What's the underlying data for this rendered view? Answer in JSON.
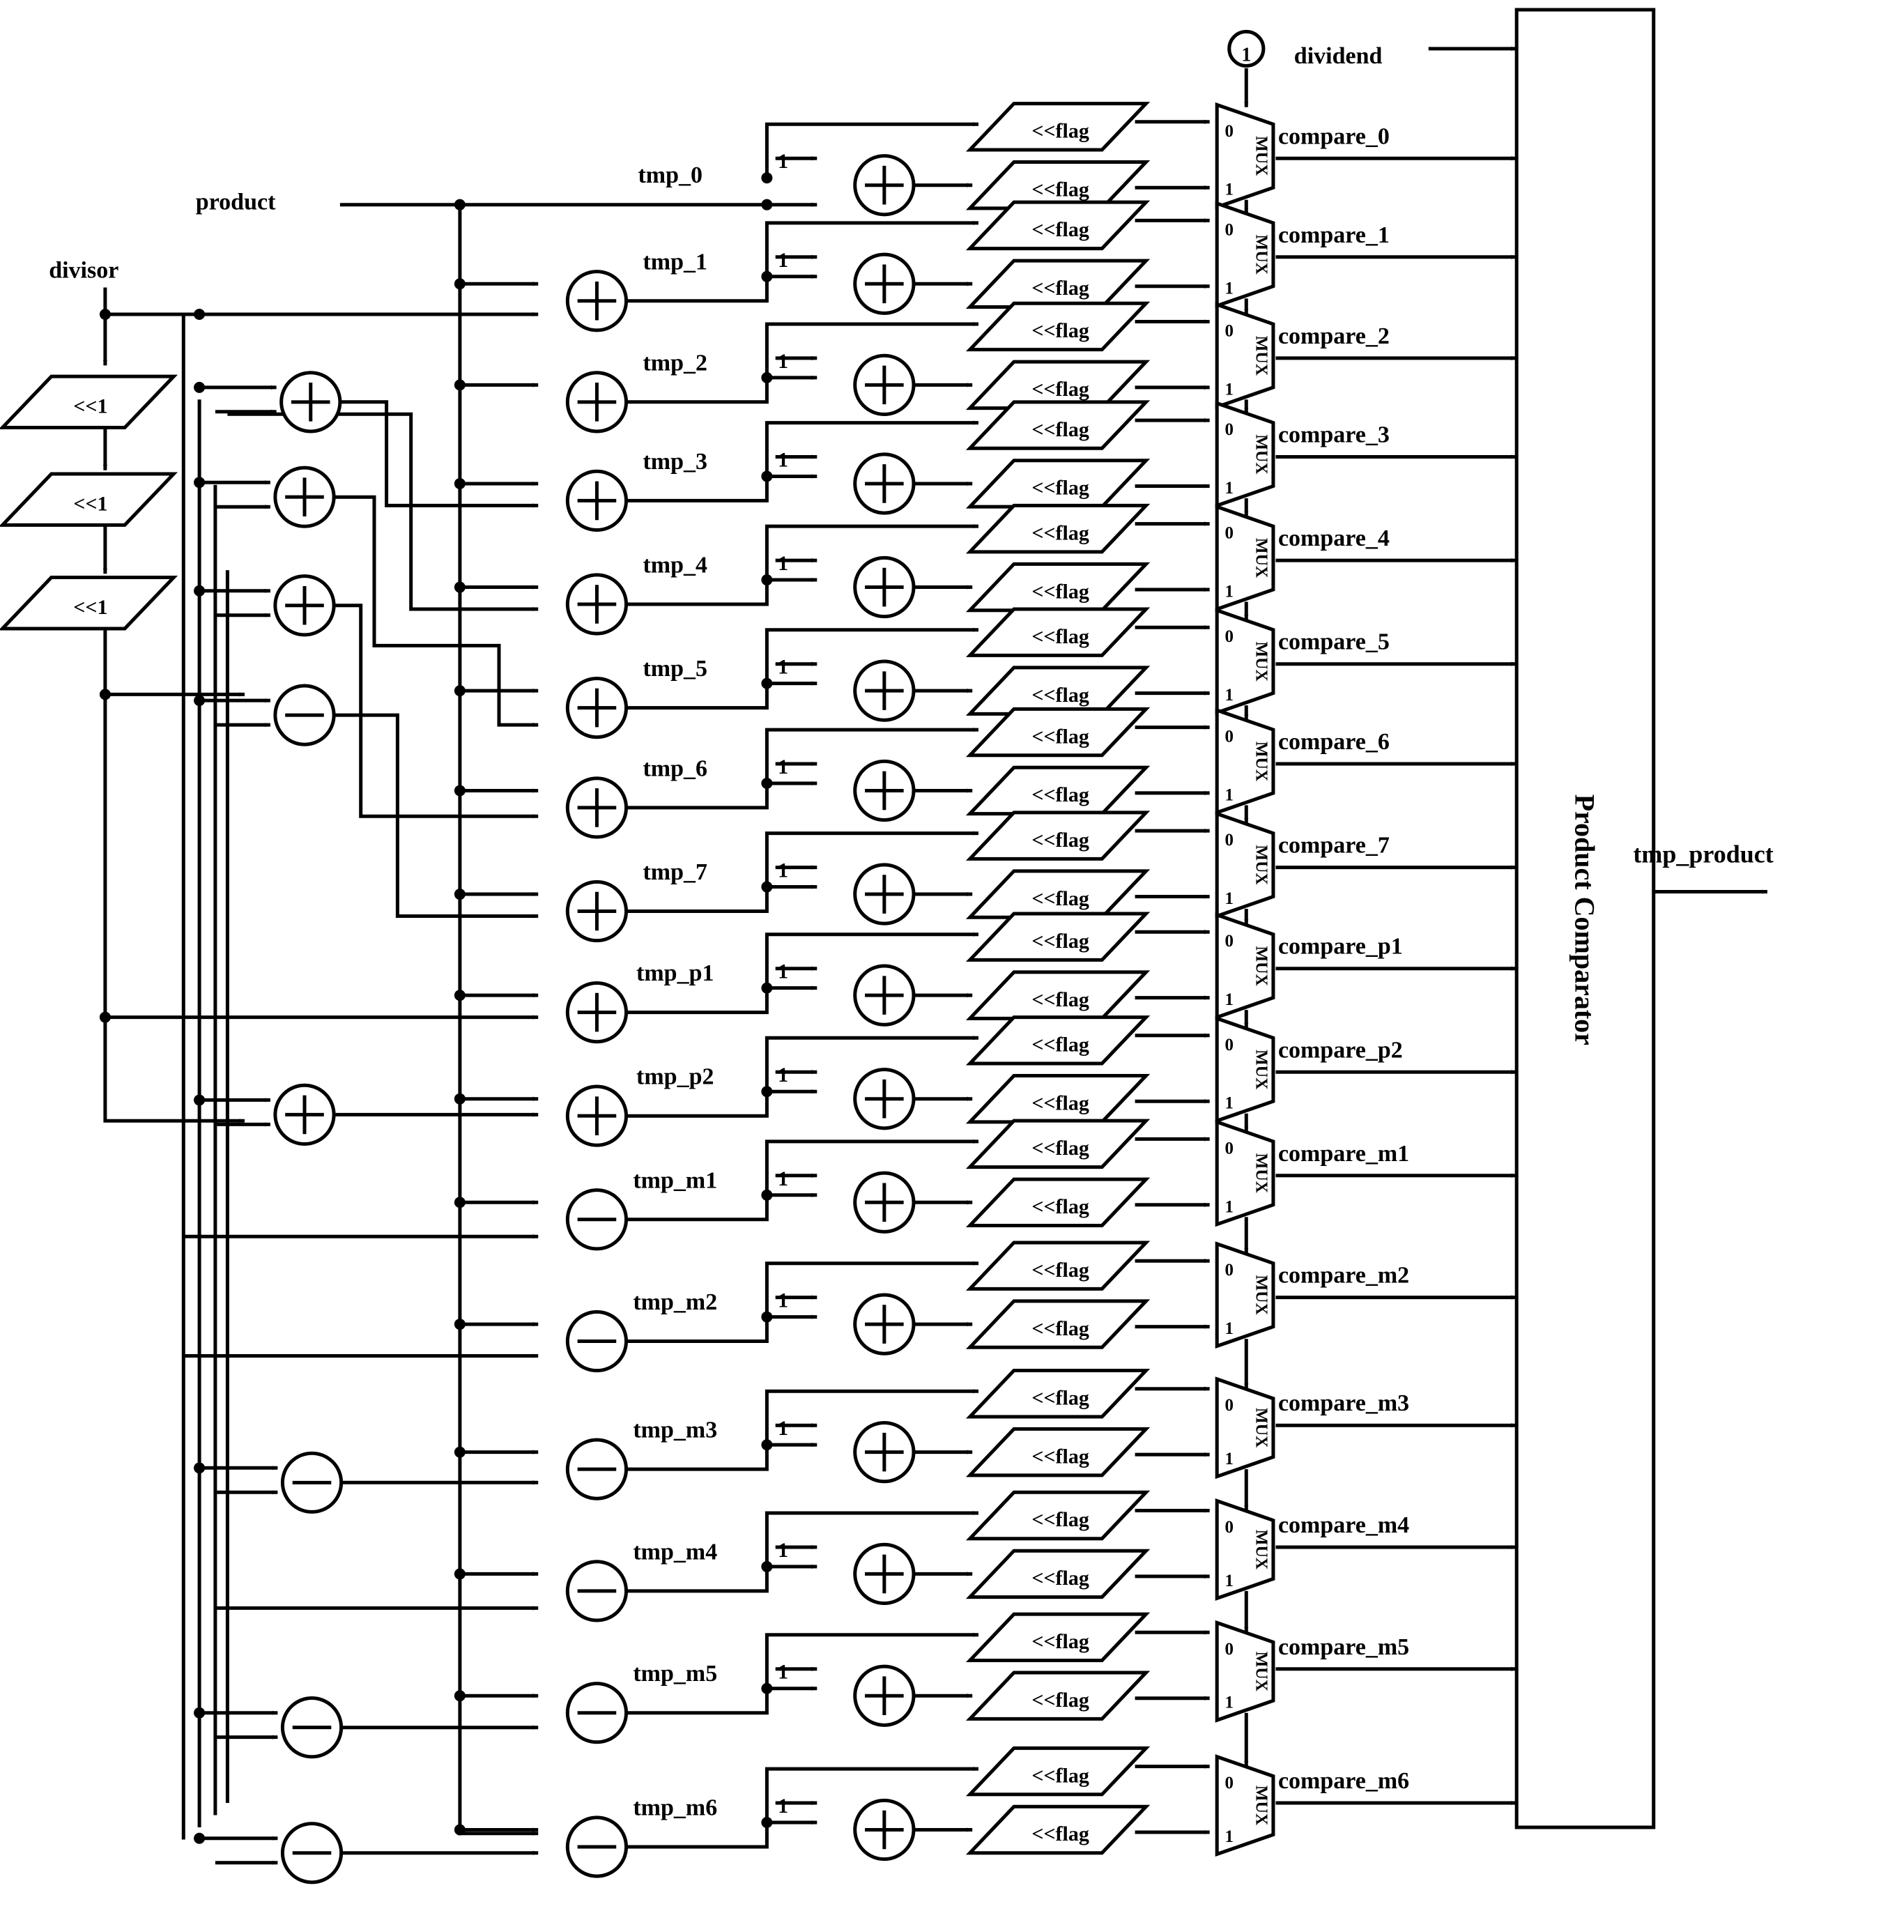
{
  "inputs": {
    "product": "product",
    "divisor": "divisor",
    "dividend": "dividend",
    "select_marker": "1"
  },
  "shift_blocks": [
    "<<1",
    "<<1",
    "<<1"
  ],
  "flag_label": "<<flag",
  "mux": {
    "label": "MUX",
    "port0": "0",
    "port1": "1"
  },
  "const_one": "1",
  "operators": {
    "add": "plus",
    "sub": "minus"
  },
  "stages": [
    {
      "tmp": "tmp_0",
      "compare": "compare_0",
      "op": "none"
    },
    {
      "tmp": "tmp_1",
      "compare": "compare_1",
      "op": "add"
    },
    {
      "tmp": "tmp_2",
      "compare": "compare_2",
      "op": "add"
    },
    {
      "tmp": "tmp_3",
      "compare": "compare_3",
      "op": "add"
    },
    {
      "tmp": "tmp_4",
      "compare": "compare_4",
      "op": "add"
    },
    {
      "tmp": "tmp_5",
      "compare": "compare_5",
      "op": "add"
    },
    {
      "tmp": "tmp_6",
      "compare": "compare_6",
      "op": "add"
    },
    {
      "tmp": "tmp_7",
      "compare": "compare_7",
      "op": "add"
    },
    {
      "tmp": "tmp_p1",
      "compare": "compare_p1",
      "op": "add"
    },
    {
      "tmp": "tmp_p2",
      "compare": "compare_p2",
      "op": "add"
    },
    {
      "tmp": "tmp_m1",
      "compare": "compare_m1",
      "op": "sub"
    },
    {
      "tmp": "tmp_m2",
      "compare": "compare_m2",
      "op": "sub"
    },
    {
      "tmp": "tmp_m3",
      "compare": "compare_m3",
      "op": "sub"
    },
    {
      "tmp": "tmp_m4",
      "compare": "compare_m4",
      "op": "sub"
    },
    {
      "tmp": "tmp_m5",
      "compare": "compare_m5",
      "op": "sub"
    },
    {
      "tmp": "tmp_m6",
      "compare": "compare_m6",
      "op": "sub"
    }
  ],
  "pre_ops": [
    "add",
    "add",
    "add",
    "sub",
    "add",
    "sub",
    "sub",
    "sub"
  ],
  "comparator": {
    "label": "Product Comparator"
  },
  "output": {
    "label": "tmp_product"
  }
}
